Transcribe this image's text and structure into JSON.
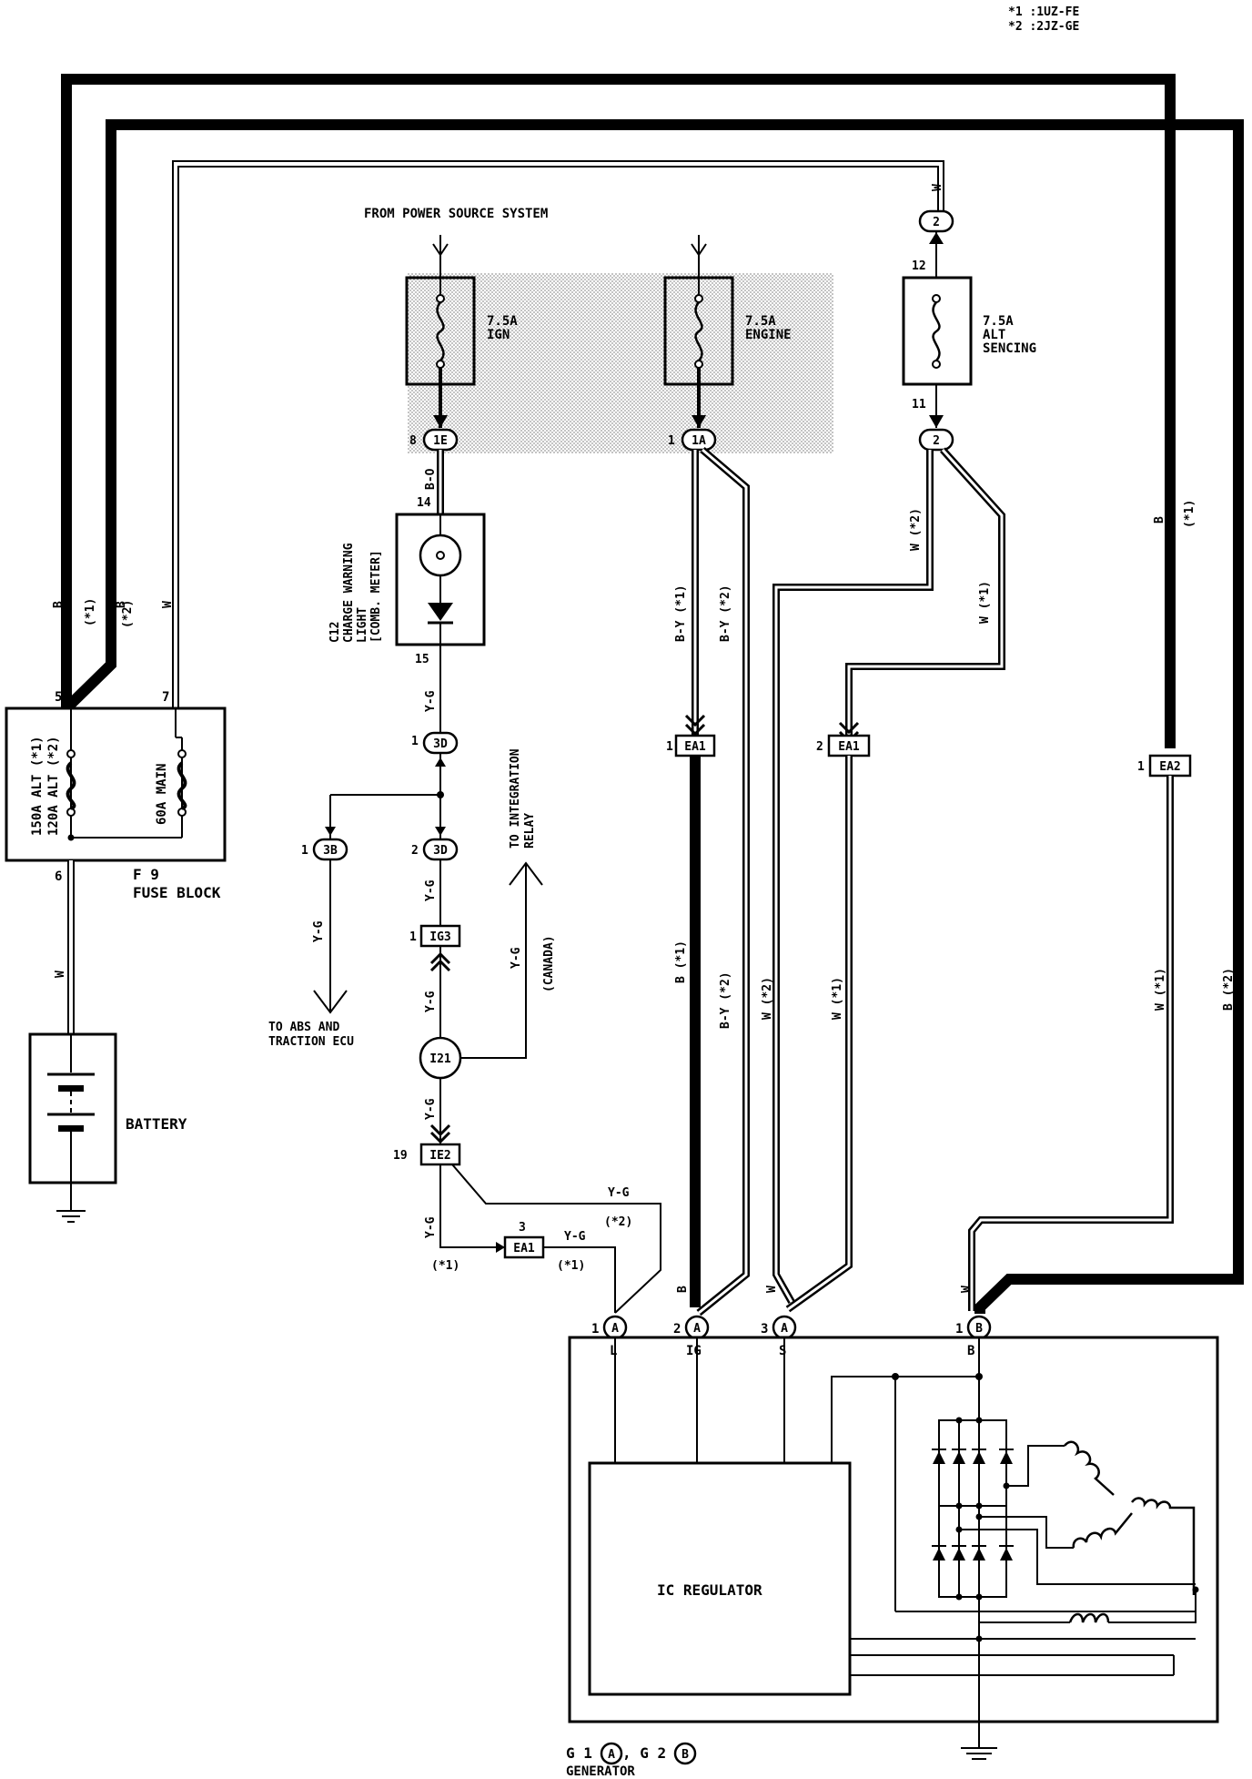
{
  "legend": {
    "note1": "*1 :1UZ-FE",
    "note2": "*2 :2JZ-GE"
  },
  "source": {
    "label": "FROM POWER SOURCE SYSTEM"
  },
  "fuses": {
    "ign": {
      "amps": "7.5A",
      "name": "IGN"
    },
    "engine": {
      "amps": "7.5A",
      "name": "ENGINE"
    },
    "alt": {
      "amps": "7.5A",
      "line1": "ALT",
      "line2": "SENCING",
      "pin_top": "12",
      "pin_bottom": "11"
    }
  },
  "connectors": {
    "c1e": {
      "id": "1E",
      "pin": "8"
    },
    "c1a": {
      "id": "1A",
      "pin": "1"
    },
    "c2_top": {
      "id": "2"
    },
    "c2_bot": {
      "id": "2"
    },
    "c3d_1": {
      "id": "3D",
      "pin": "1"
    },
    "c3d_2": {
      "id": "3D",
      "pin": "2"
    },
    "c3b": {
      "id": "3B",
      "pin": "1"
    },
    "ig3": {
      "id": "IG3",
      "pin": "1"
    },
    "i21": {
      "id": "I21"
    },
    "ie2": {
      "id": "IE2",
      "pin": "19"
    },
    "ea1_1": {
      "id": "EA1",
      "pin": "1"
    },
    "ea1_2": {
      "id": "EA1",
      "pin": "2"
    },
    "ea1_3": {
      "id": "EA1",
      "pin": "3"
    },
    "ea2": {
      "id": "EA2",
      "pin": "1"
    }
  },
  "combmeter": {
    "code": "C12",
    "line1": "CHARGE WARNING",
    "line2": "LIGHT",
    "line3": "[COMB. METER]",
    "pin_top": "14",
    "pin_bottom": "15"
  },
  "fuse_block": {
    "fuse1": "150A ALT (*1)",
    "fuse2": "120A ALT (*2)",
    "fuse3": "60A MAIN",
    "code": "F 9",
    "name": "FUSE BLOCK",
    "pin5": "5",
    "pin7": "7",
    "pin6": "6"
  },
  "battery": {
    "label": "BATTERY"
  },
  "wires": {
    "b": "B",
    "w": "W",
    "bo": "B-O",
    "yg": "Y-G",
    "by": "B-Y",
    "star1": "(*1)",
    "star2": "(*2)",
    "canada": "(CANADA)",
    "by1": "B-Y (*1)",
    "by2": "B-Y (*2)",
    "w1": "W (*1)",
    "w2": "W (*2)",
    "b1": "B (*1)",
    "b2": "B (*2)"
  },
  "destinations": {
    "integration_line1": "TO INTEGRATION",
    "integration_line2": "RELAY",
    "abs_line1": "TO ABS AND",
    "abs_line2": "TRACTION ECU"
  },
  "generator": {
    "terminal_l": {
      "pin": "1",
      "conn": "A",
      "name": "L"
    },
    "terminal_ig": {
      "pin": "2",
      "conn": "A",
      "name": "IG"
    },
    "terminal_s": {
      "pin": "3",
      "conn": "A",
      "name": "S"
    },
    "terminal_b": {
      "pin": "1",
      "conn": "B",
      "name": "B"
    },
    "regulator": "IC REGULATOR",
    "code_prefix1": "G 1",
    "code_conn1": "A",
    "code_mid": ", G 2",
    "code_conn2": "B",
    "name": "GENERATOR"
  }
}
